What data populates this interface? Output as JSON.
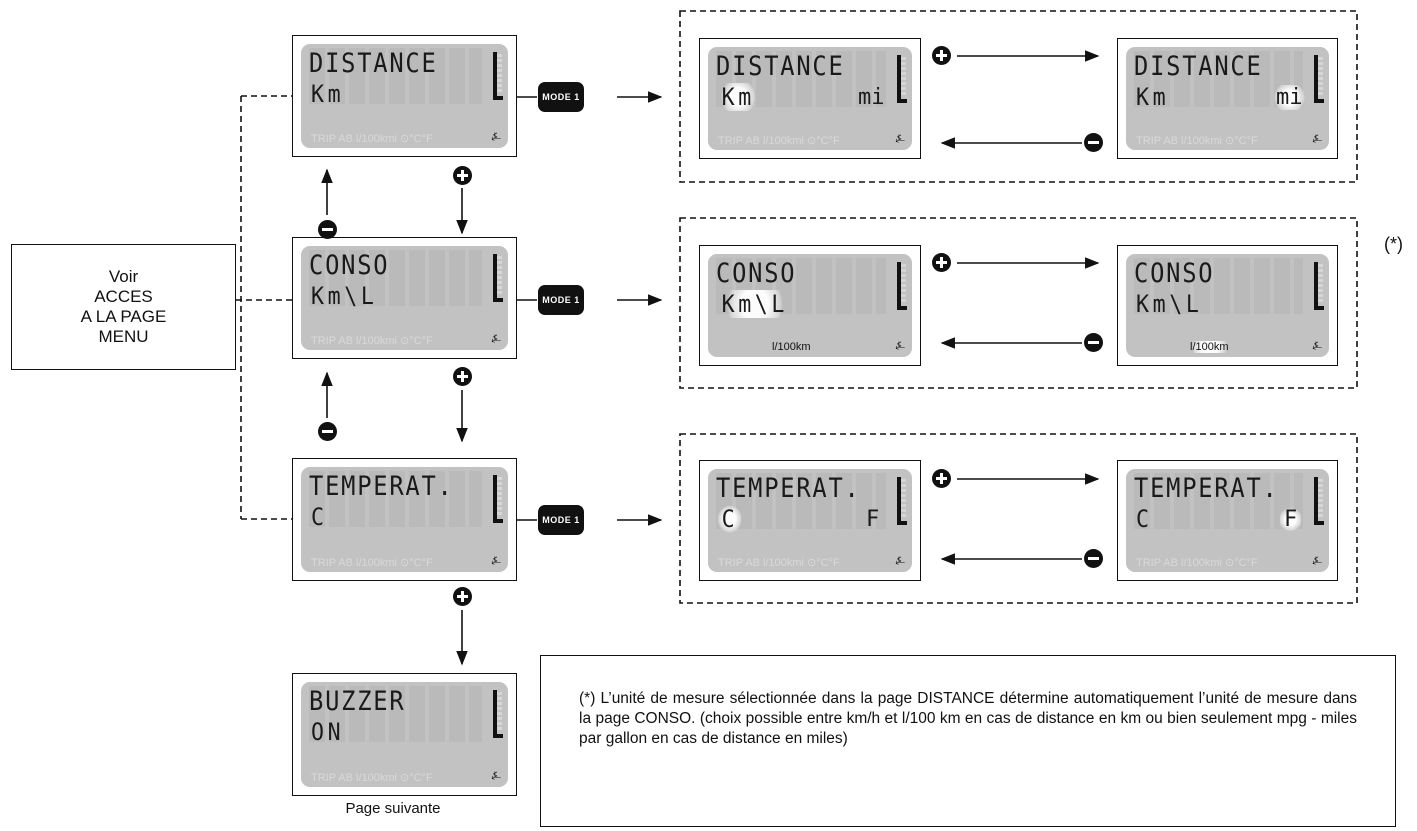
{
  "menu_link": [
    "Voir",
    "ACCES",
    "A LA PAGE",
    "MENU"
  ],
  "mode_button_label": "MODE 1",
  "indicator_text": "TRIP AB l/100kmi ⊙°C°F",
  "screens": {
    "distance": {
      "line1": "DISTANCE",
      "line2": "Km"
    },
    "conso": {
      "line1": "CONSO",
      "line2": "Km\\L"
    },
    "temperat": {
      "line1": "TEMPERAT.",
      "line2": "C"
    },
    "buzzer": {
      "line1": "BUZZER",
      "line2": "ON"
    },
    "distance_alt_unit": "mi",
    "conso_alt_unit": "l/100km",
    "temperat_alt_unit": "F"
  },
  "page_suivante": "Page suivante",
  "asterisk": "(*)",
  "note": "(*) L’unité de mesure sélectionnée dans la page DISTANCE détermine automatiquement l’unité de mesure dans la page CONSO. (choix possible entre km/h et l/100 km en cas de distance en km ou bien seulement mpg - miles par gallon en cas de distance en miles)",
  "symbols": {
    "plus": "plus-circle-icon",
    "minus": "minus-circle-icon"
  }
}
